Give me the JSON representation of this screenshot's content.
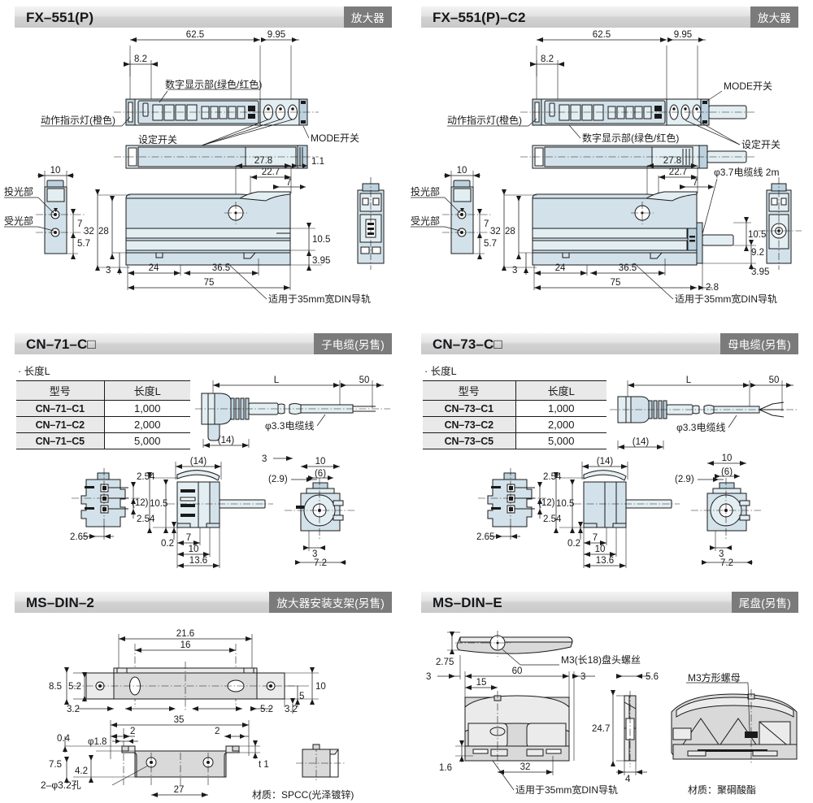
{
  "panels": [
    {
      "id": "fx551p",
      "title": "FX–551(P)",
      "badge": "放大器",
      "callouts": {
        "display": "数字显示部(绿色/红色)",
        "indicator": "动作指示灯(橙色)",
        "set_switch": "设定开关",
        "mode_switch": "MODE开关",
        "din_rail": "适用于35mm宽DIN导轨",
        "emitter": "投光部",
        "receiver": "受光部"
      },
      "dims": {
        "d625": "62.5",
        "d995": "9.95",
        "d82": "8.2",
        "d10": "10",
        "d32": "32",
        "d28": "28",
        "d7": "7",
        "d57": "5.7",
        "d278": "27.8",
        "d227": "22.7",
        "d7b": "7",
        "d11": "1.1",
        "d105": "10.5",
        "d395": "3.95",
        "d3": "3",
        "d24": "24",
        "d365": "36.5",
        "d75": "75"
      }
    },
    {
      "id": "fx551pc2",
      "title": "FX–551(P)–C2",
      "badge": "放大器",
      "callouts": {
        "display": "数字显示部(绿色/红色)",
        "indicator": "动作指示灯(橙色)",
        "set_switch": "设定开关",
        "mode_switch": "MODE开关",
        "din_rail": "适用于35mm宽DIN导轨",
        "cable": "φ3.7电缆线 2m",
        "emitter": "投光部",
        "receiver": "受光部"
      },
      "dims": {
        "d625": "62.5",
        "d995": "9.95",
        "d82": "8.2",
        "d10": "10",
        "d32": "32",
        "d28": "28",
        "d7": "7",
        "d57": "5.7",
        "d278": "27.8",
        "d227": "22.7",
        "d7b": "7",
        "d105": "10.5",
        "d92": "9.2",
        "d395": "3.95",
        "d28b": "2.8",
        "d3": "3",
        "d24": "24",
        "d365": "36.5",
        "d75": "75"
      }
    },
    {
      "id": "cn71",
      "title": "CN–71–C□",
      "badge": "子电缆(另售)",
      "length_label": "· 长度L",
      "table": {
        "headers": [
          "型号",
          "长度L"
        ],
        "rows": [
          [
            "CN–71–C1",
            "1,000"
          ],
          [
            "CN–71–C2",
            "2,000"
          ],
          [
            "CN–71–C5",
            "5,000"
          ]
        ]
      },
      "callouts": {
        "cable": "φ3.3电缆线"
      },
      "dims": {
        "L": "L",
        "d50": "50",
        "d14": "(14)",
        "d3": "3",
        "d10": "10",
        "d6": "(6)",
        "d29": "(2.9)",
        "d254a": "2.54",
        "d254b": "2.54",
        "d265": "2.65",
        "d12": "(12)",
        "d105": "10.5",
        "d02": "0.2",
        "d7": "7",
        "d10b": "10",
        "d136": "13.6",
        "d3b": "3",
        "d72": "7.2"
      }
    },
    {
      "id": "cn73",
      "title": "CN–73–C□",
      "badge": "母电缆(另售)",
      "length_label": "· 长度L",
      "table": {
        "headers": [
          "型号",
          "长度L"
        ],
        "rows": [
          [
            "CN–73–C1",
            "1,000"
          ],
          [
            "CN–73–C2",
            "2,000"
          ],
          [
            "CN–73–C5",
            "5,000"
          ]
        ]
      },
      "callouts": {
        "cable": "φ3.3电缆线"
      },
      "dims": {
        "L": "L",
        "d50": "50",
        "d14": "(14)",
        "d10": "10",
        "d6": "(6)",
        "d29": "(2.9)",
        "d254a": "2.54",
        "d254b": "2.54",
        "d265": "2.65",
        "d12": "(12)",
        "d105": "10.5",
        "d02": "0.2",
        "d7": "7",
        "d10b": "10",
        "d136": "13.6",
        "d3b": "3",
        "d72": "7.2"
      }
    },
    {
      "id": "msdin2",
      "title": "MS–DIN–2",
      "badge": "放大器安装支架(另售)",
      "callouts": {
        "holes": "2–φ3.2孔",
        "material": "材质：SPCC(光泽镀锌)"
      },
      "dims": {
        "d216": "21.6",
        "d16": "16",
        "d85": "8.5",
        "d52a": "5.2",
        "d10": "10",
        "d5": "5",
        "d32a": "3.2",
        "d52b": "5.2",
        "d32b": "3.2",
        "d35": "35",
        "d2a": "2",
        "d2b": "2",
        "d04": "0.4",
        "d18": "φ1.8",
        "d75": "7.5",
        "d42": "4.2",
        "t1": "t 1",
        "d27": "27"
      }
    },
    {
      "id": "msdine",
      "title": "MS–DIN–E",
      "badge": "尾盘(另售)",
      "callouts": {
        "screw": "M3(长18)盘头螺丝",
        "nut": "M3方形螺母",
        "din_rail": "适用于35mm宽DIN导轨",
        "material": "材质：聚碙酸酯"
      },
      "dims": {
        "d275": "2.75",
        "d3a": "3",
        "d60": "60",
        "d15": "15",
        "d3b": "3",
        "d56": "5.6",
        "d247": "24.7",
        "d16": "1.6",
        "d32": "32",
        "d4": "4"
      }
    }
  ],
  "colors": {
    "badge_bg": "#7b7b7b",
    "header_bg": "#d9d9d9",
    "body_fill": "#d3e2ea",
    "metal_fill": "#d9d9d9",
    "line": "#1a1a1a"
  }
}
